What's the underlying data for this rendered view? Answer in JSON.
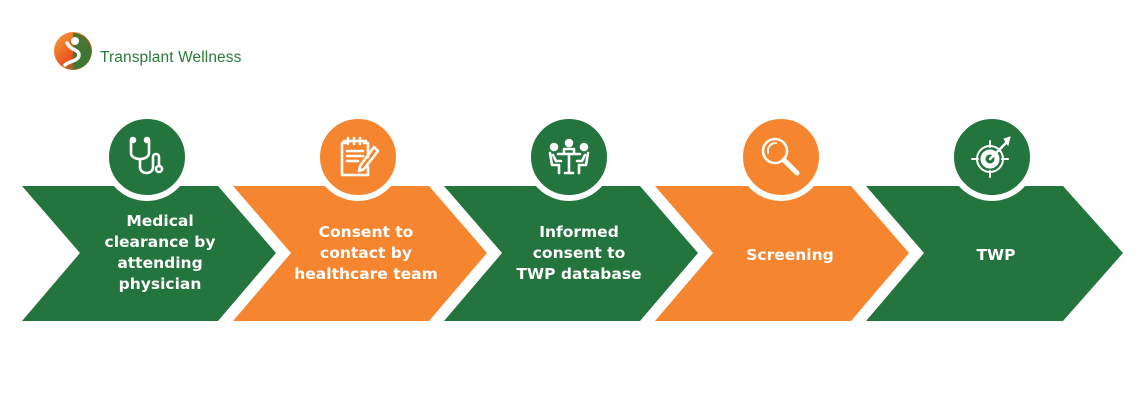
{
  "brand": {
    "name": "Transplant Wellness",
    "colors": {
      "green": "#23743d",
      "orange": "#f5862f",
      "text_green": "#2a7a3a"
    }
  },
  "steps": [
    {
      "label": "Medical clearance by attending physician",
      "lines": [
        "Medical",
        "clearance by",
        "attending",
        "physician"
      ],
      "color": "#23743d",
      "icon": "stethoscope-icon"
    },
    {
      "label": "Consent to contact by healthcare team",
      "lines": [
        "Consent to",
        "contact by",
        "healthcare team"
      ],
      "color": "#f5862f",
      "icon": "notepad-pencil-icon"
    },
    {
      "label": "Informed consent to TWP database",
      "lines": [
        "Informed",
        "consent to",
        "TWP database"
      ],
      "color": "#23743d",
      "icon": "meeting-table-icon"
    },
    {
      "label": "Screening",
      "lines": [
        "Screening"
      ],
      "color": "#f5862f",
      "icon": "magnifier-icon"
    },
    {
      "label": "TWP",
      "lines": [
        "TWP"
      ],
      "color": "#23743d",
      "icon": "target-arrow-icon"
    }
  ]
}
